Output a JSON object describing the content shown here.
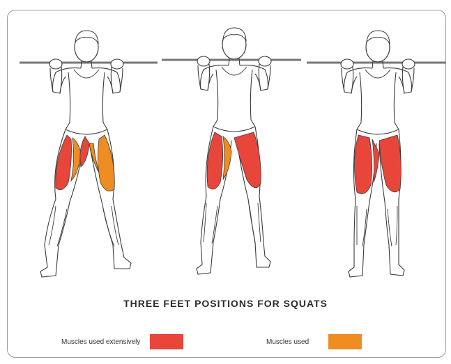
{
  "caption": "THREE FEET POSITIONS FOR SQUATS",
  "legend": [
    {
      "label": "Muscles used extensively",
      "color": "#e8463a"
    },
    {
      "label": "Muscles used",
      "color": "#ef8c22"
    }
  ],
  "figures": [
    {
      "stance": "wide",
      "inner_thigh": "#ef8c22"
    },
    {
      "stance": "medium",
      "inner_thigh": "#ef8c22"
    },
    {
      "stance": "narrow",
      "inner_thigh": "#e8463a"
    }
  ],
  "colors": {
    "outline": "#3a3a3a",
    "bar": "#777777",
    "primary": "#e8463a",
    "secondary": "#ef8c22"
  }
}
